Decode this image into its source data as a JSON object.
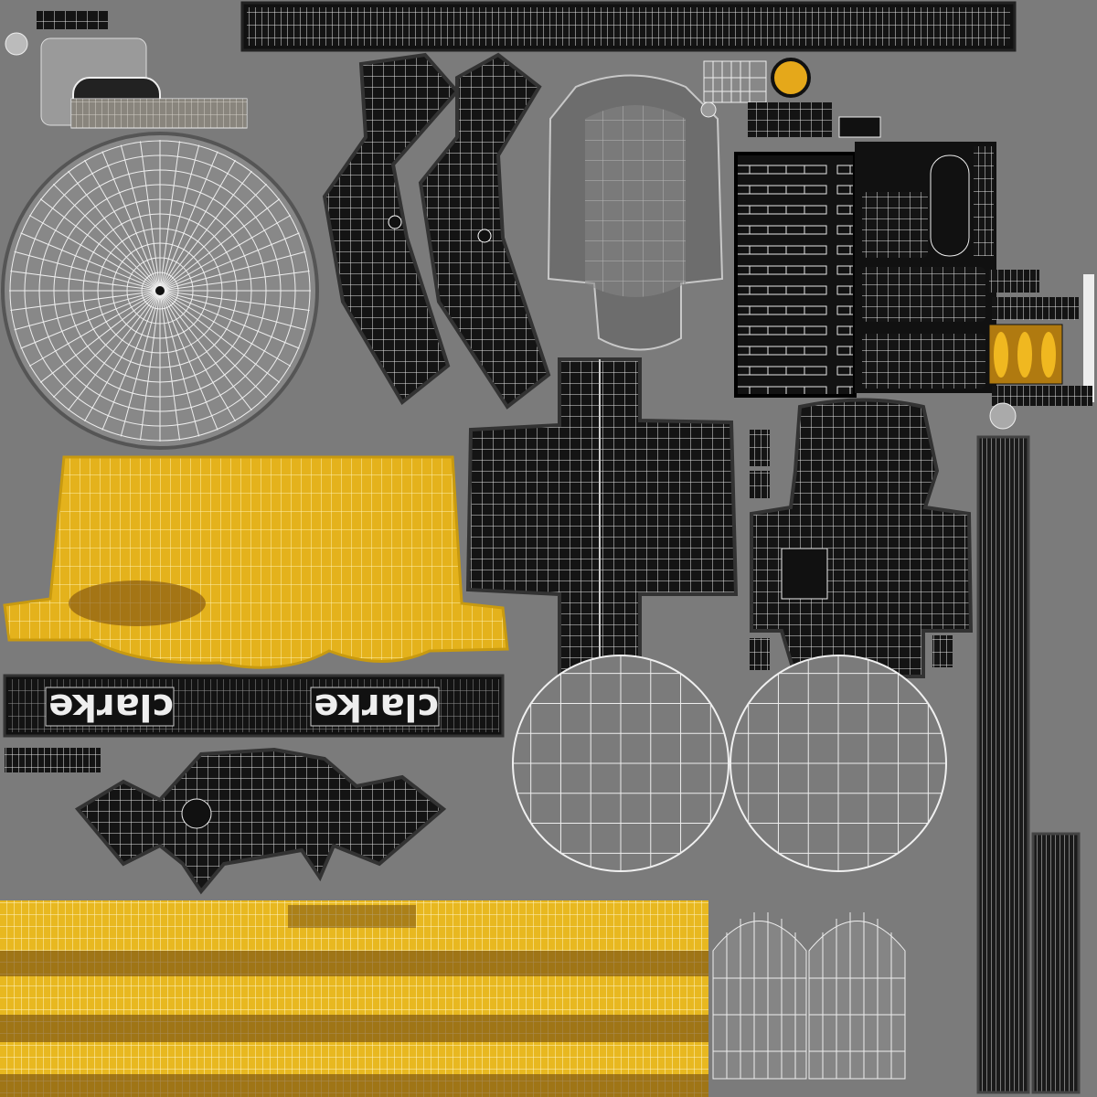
{
  "texture": {
    "background_color": "#7b7b7b",
    "accent_yellow": "#e8b820",
    "panel_black": "#141414",
    "wire_color": "#ffffff"
  },
  "logo": {
    "text": "clarke",
    "orientation": "rotated 180°",
    "copies": 2
  }
}
